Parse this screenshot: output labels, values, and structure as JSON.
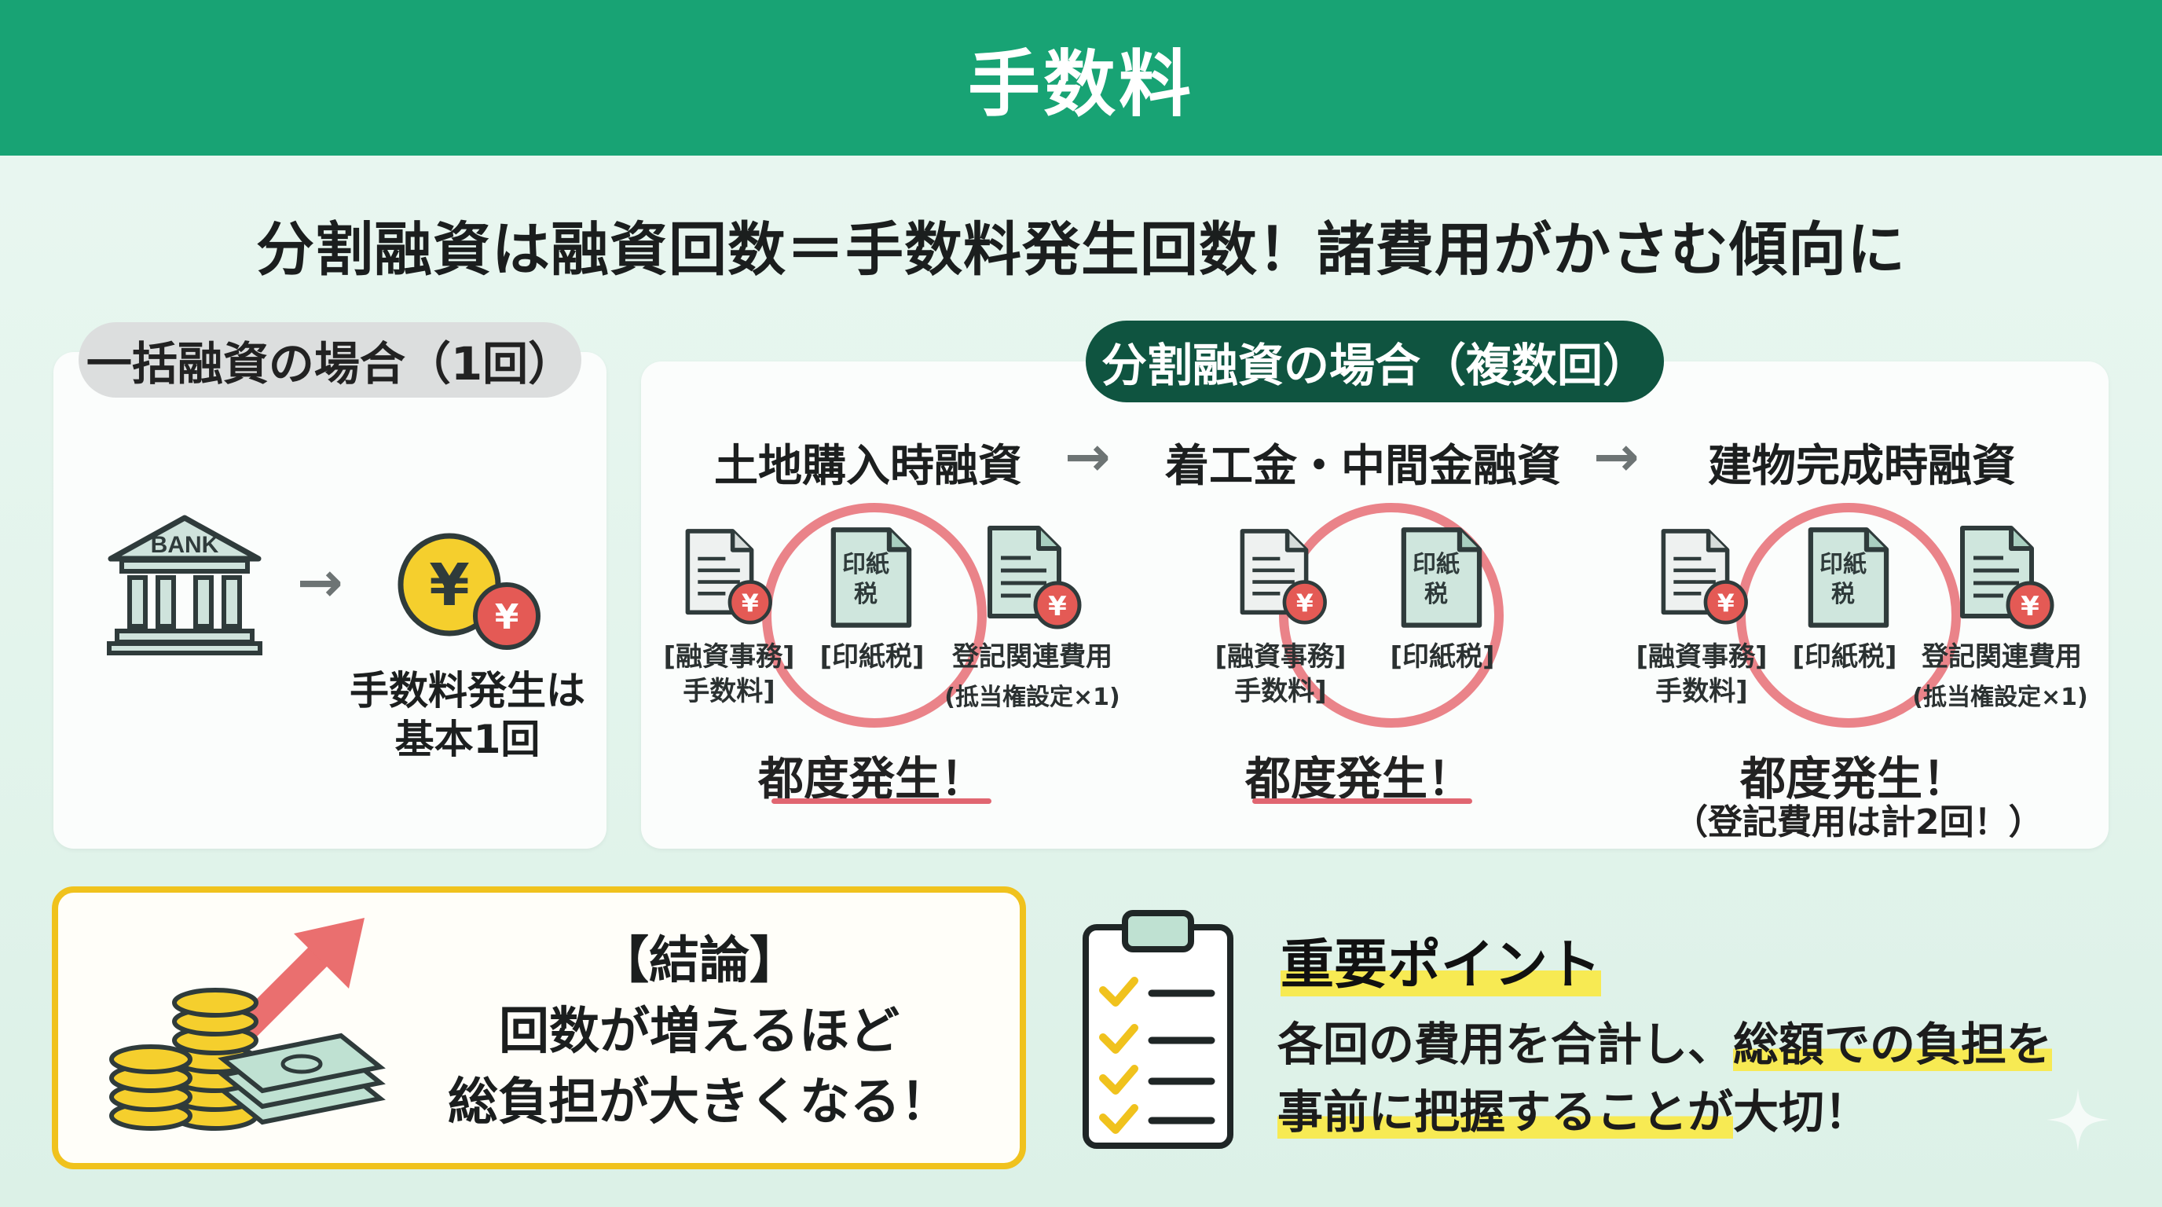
{
  "header": {
    "title": "手数料"
  },
  "subtitle": "分割融資は融資回数＝手数料発生回数！諸費用がかさむ傾向に",
  "lump_sum": {
    "label": "一括融資の場合（1回）",
    "bank_text": "BANK",
    "yen_symbol": "¥",
    "note_line1": "手数料発生は",
    "note_line2": "基本1回"
  },
  "split": {
    "label": "分割融資の場合（複数回）",
    "stages": [
      {
        "title": "土地購入時融資",
        "fee_label_1": "[融資事務]",
        "fee_label_2": "手数料]",
        "stamp_label": "[印紙税]",
        "registration_label": "登記関連費用",
        "registration_sub": "(抵当権設定×1)",
        "occurs": "都度発生！"
      },
      {
        "title": "着工金・中間金融資",
        "fee_label_1": "[融資事務]",
        "fee_label_2": "手数料]",
        "stamp_label": "[印紙税]",
        "occurs": "都度発生！"
      },
      {
        "title": "建物完成時融資",
        "fee_label_1": "[融資事務]",
        "fee_label_2": "手数料]",
        "stamp_label": "[印紙税]",
        "registration_label": "登記関連費用",
        "registration_sub": "(抵当権設定×1)",
        "occurs": "都度発生！",
        "occurs_note": "（登記費用は計2回！）"
      }
    ],
    "stamp_doc_text_1": "印紙",
    "stamp_doc_text_2": "税"
  },
  "conclusion": {
    "heading": "【結論】",
    "line1": "回数が増えるほど",
    "line2": "総負担が大きくなる！"
  },
  "important": {
    "title": "重要ポイント",
    "line1_a": "各回の費用を合計し、",
    "line1_b": "総額での負担を",
    "line2_a": "事前に把握することが",
    "line2_b": "大切！"
  },
  "colors": {
    "header_green": "#18a374",
    "dark_green": "#0f5440",
    "ring_red": "#e66068",
    "highlight_yellow": "#f7ea53",
    "conclusion_border": "#f0c21d"
  }
}
